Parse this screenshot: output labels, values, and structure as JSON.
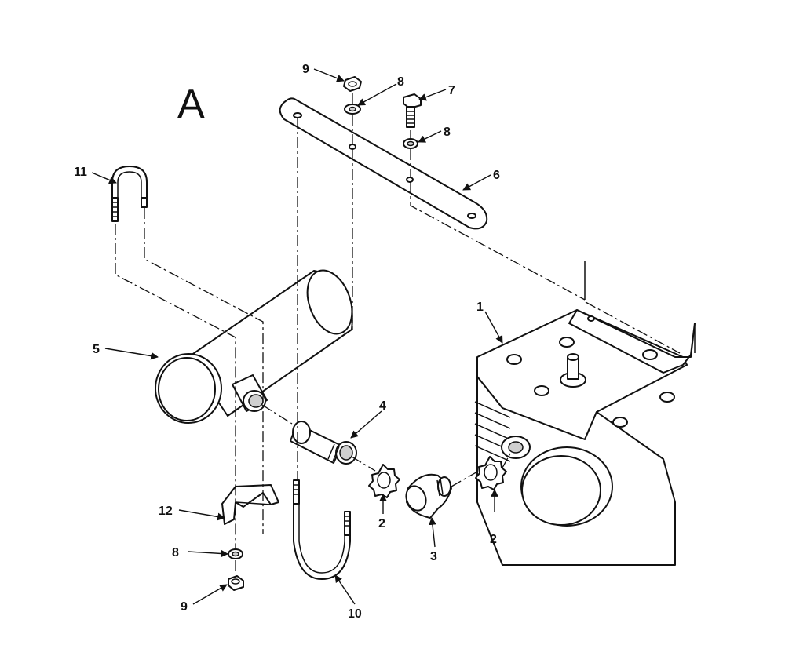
{
  "diagram": {
    "view_label": "A",
    "callouts": {
      "c1": "1",
      "c2a": "2",
      "c2b": "2",
      "c3": "3",
      "c4": "4",
      "c5": "5",
      "c6": "6",
      "c7": "7",
      "c8a": "8",
      "c8b": "8",
      "c8c": "8",
      "c9a": "9",
      "c9b": "9",
      "c10": "10",
      "c11": "11",
      "c12": "12"
    },
    "colors": {
      "ink": "#111111",
      "paper": "#ffffff",
      "shade": "#cfcfcf"
    }
  }
}
